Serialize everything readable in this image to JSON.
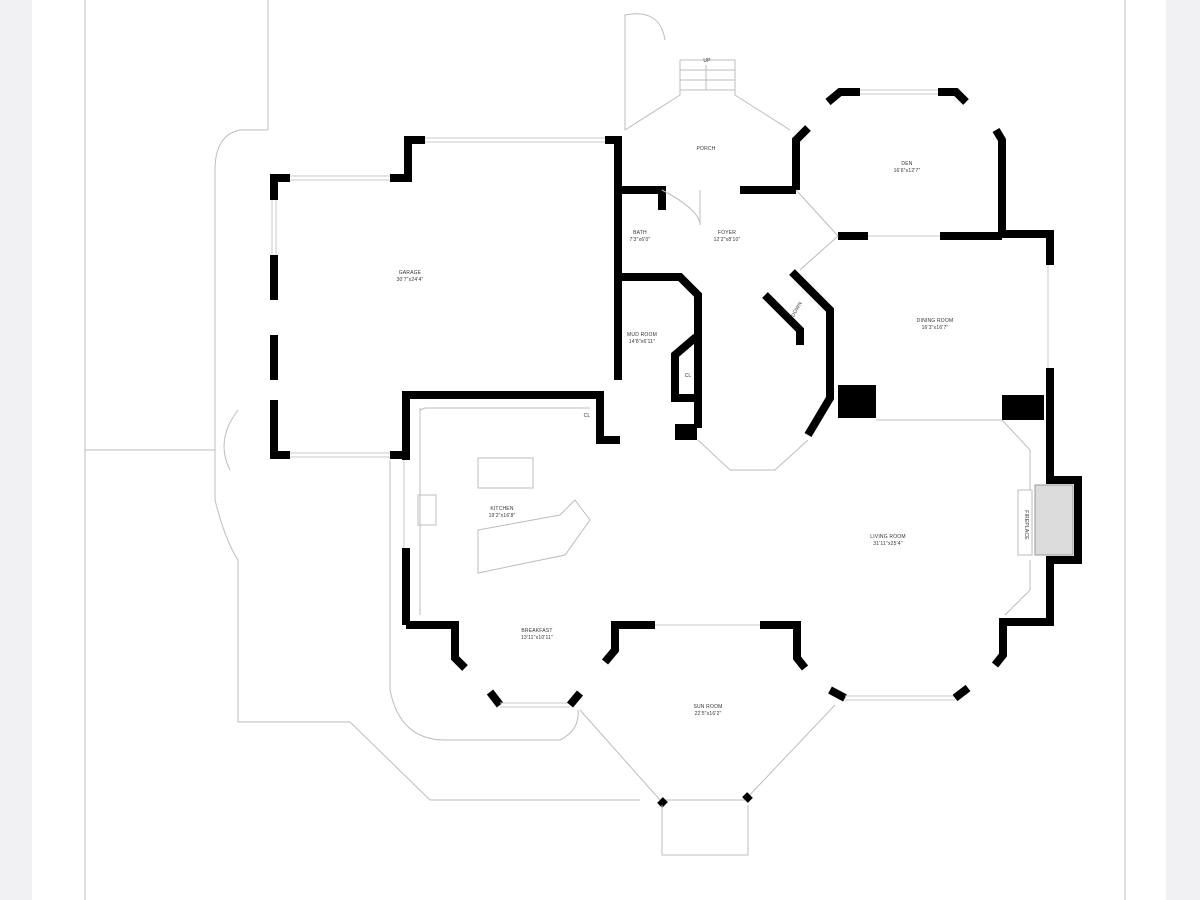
{
  "rooms": {
    "porch": {
      "name": "PORCH"
    },
    "stairs_up": {
      "name": "UP"
    },
    "den": {
      "name": "DEN",
      "size": "16'6\"x12'7\""
    },
    "garage": {
      "name": "GARAGE",
      "size": "30'7\"x24'4\""
    },
    "bath": {
      "name": "BATH",
      "size": "7'3\"x6'0\""
    },
    "foyer": {
      "name": "FOYER",
      "size": "12'2\"x8'10\""
    },
    "mud_room": {
      "name": "MUD ROOM",
      "size": "14'8\"x6'11\""
    },
    "closet_mud": {
      "name": "CL"
    },
    "closet_kitchen": {
      "name": "CL"
    },
    "stairs_down": {
      "name": "DOWN"
    },
    "dining_room": {
      "name": "DINING ROOM",
      "size": "16'3\"x16'7\""
    },
    "kitchen": {
      "name": "KITCHEN",
      "size": "19'2\"x16'8\""
    },
    "living_room": {
      "name": "LIVING ROOM",
      "size": "31'11\"x25'4\""
    },
    "fireplace": {
      "name": "FIREPLACE"
    },
    "breakfast": {
      "name": "BREAKFAST",
      "size": "13'11\"x10'11\""
    },
    "sun_room": {
      "name": "SUN ROOM",
      "size": "22'5\"x16'2\""
    }
  }
}
